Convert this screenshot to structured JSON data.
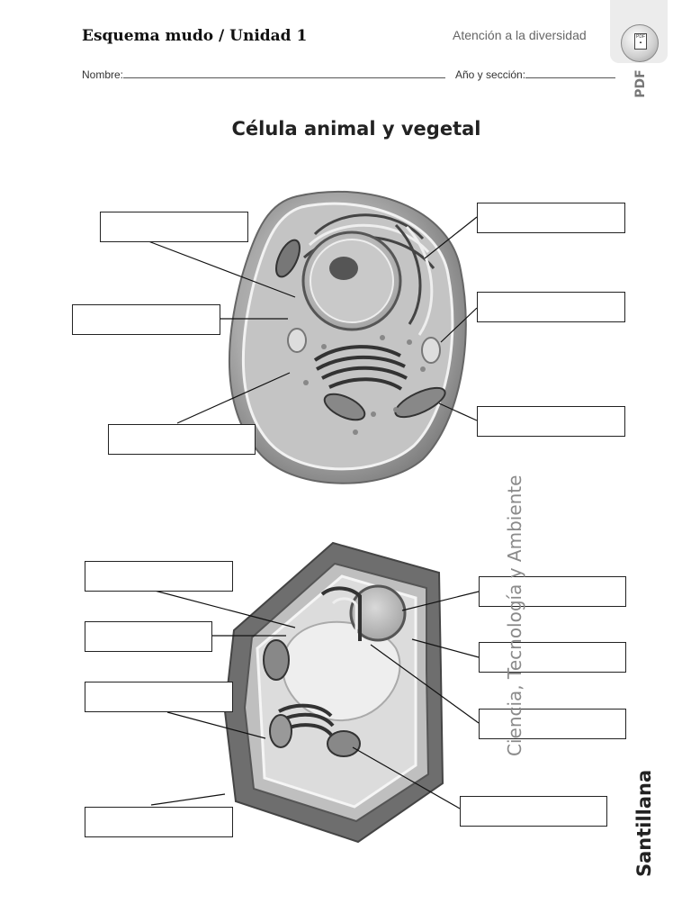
{
  "header": {
    "title": "Esquema mudo  /  Unidad 1",
    "right_text": "Atención a la diversidad",
    "pdf_tab_label": "PDF"
  },
  "form": {
    "name_label": "Nombre:",
    "section_label": "Año y sección:"
  },
  "document_title": "Célula animal y vegetal",
  "sidebar": {
    "subject": "Ciencia, Tecnología y Ambiente",
    "brand": "Santillana"
  }
}
